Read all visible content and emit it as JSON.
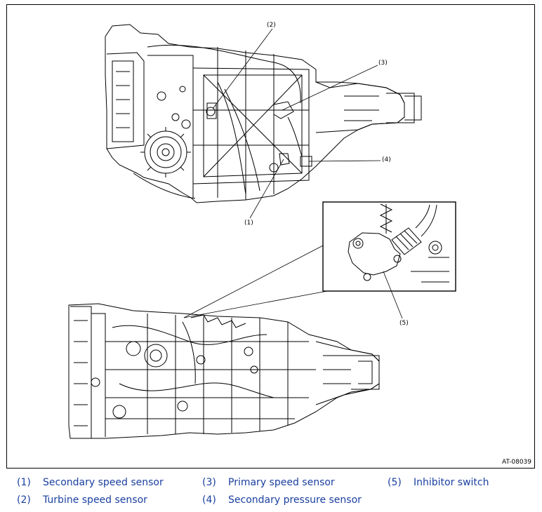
{
  "figure": {
    "code": "AT-08039",
    "callouts": {
      "c1": "(1)",
      "c2": "(2)",
      "c3": "(3)",
      "c4": "(4)",
      "c5": "(5)"
    }
  },
  "legend": {
    "color": "#1a3fa0",
    "items": [
      {
        "num": "(1)",
        "label": "Secondary speed sensor"
      },
      {
        "num": "(2)",
        "label": "Turbine speed sensor"
      },
      {
        "num": "(3)",
        "label": "Primary speed sensor"
      },
      {
        "num": "(4)",
        "label": "Secondary pressure sensor"
      },
      {
        "num": "(5)",
        "label": "Inhibitor switch"
      }
    ]
  }
}
